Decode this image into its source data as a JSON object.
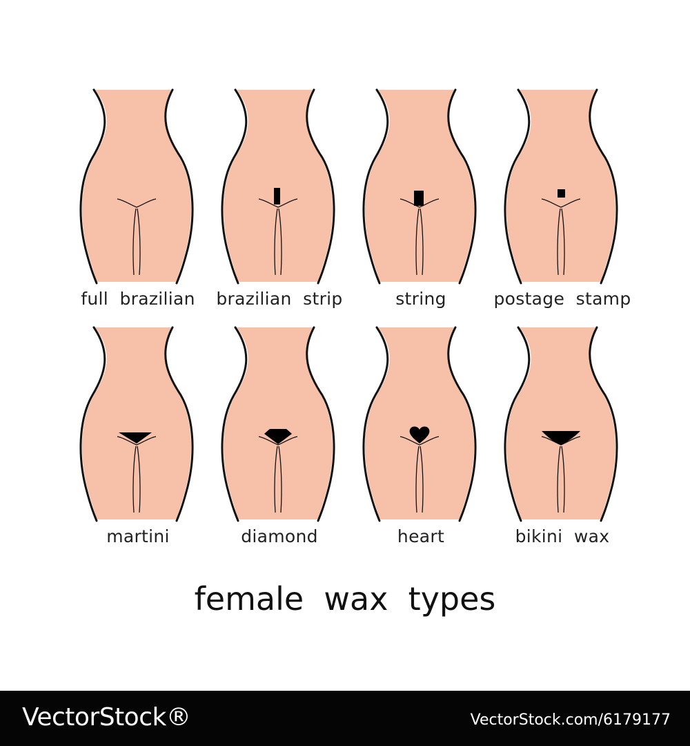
{
  "colors": {
    "skin": "#f7c0a9",
    "outline": "#111111",
    "mark": "#000000",
    "background": "#ffffff",
    "footer": "#050505"
  },
  "figures": [
    {
      "label": "full  brazilian",
      "mark": "none"
    },
    {
      "label": "brazilian  strip",
      "mark": "strip"
    },
    {
      "label": "string",
      "mark": "string"
    },
    {
      "label": "postage  stamp",
      "mark": "stamp"
    },
    {
      "label": "martini",
      "mark": "martini"
    },
    {
      "label": "diamond",
      "mark": "diamond"
    },
    {
      "label": "heart",
      "mark": "heart"
    },
    {
      "label": "bikini  wax",
      "mark": "bikini"
    }
  ],
  "title": "female  wax  types",
  "footer": {
    "brand": "VectorStock®",
    "id": "VectorStock.com/6179177"
  }
}
